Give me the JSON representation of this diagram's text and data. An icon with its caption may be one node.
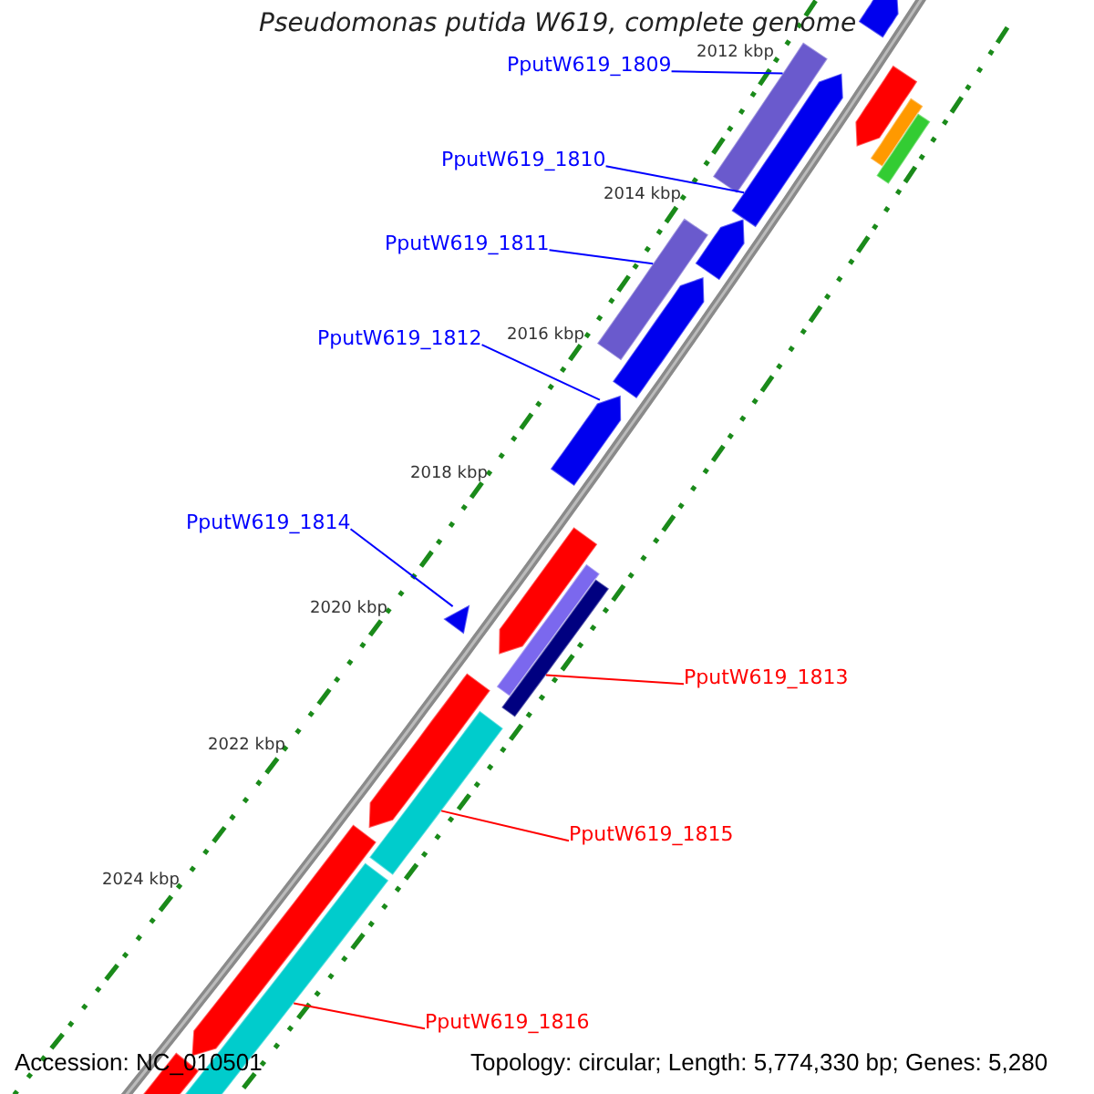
{
  "diagram": {
    "title": "Pseudomonas putida W619, complete genome",
    "nodes": [
      {
        "text": [
          "PputW619_1809"
        ]
      },
      {
        "text": [],
        "shape": "bar"
      },
      {
        "text": [
          "PputW619_1810"
        ]
      },
      {
        "text": [],
        "shape": "bar"
      },
      {
        "text": [
          "PputW619_1811"
        ]
      },
      {
        "text": [],
        "shape": "bar"
      },
      {
        "text": [
          "PputW619_1812"
        ]
      },
      {
        "text": [],
        "shape": "bar"
      },
      {
        "text": [
          "PputW619_1814"
        ]
      },
      {
        "text": [],
        "shape": "triangle"
      },
      {
        "text": [
          "PputW619_1813"
        ]
      },
      {
        "text": [],
        "shape": "bar"
      },
      {
        "text": [
          "PputW619_1815"
        ]
      },
      {
        "text": [],
        "shape": "bar"
      },
      {
        "text": [
          "PputW619_1816"
        ]
      },
      {
        "text": [],
        "shape": "bar"
      }
    ],
    "edges": [
      {
        "from": 0,
        "to": 1,
        "arrow": "none"
      },
      {
        "from": 2,
        "to": 3,
        "arrow": "none"
      },
      {
        "from": 4,
        "to": 5,
        "arrow": "none"
      },
      {
        "from": 6,
        "to": 7,
        "arrow": "none"
      },
      {
        "from": 8,
        "to": 9,
        "arrow": "none"
      },
      {
        "from": 10,
        "to": 11,
        "arrow": "none",
        "color": "#ff0000"
      },
      {
        "from": 12,
        "to": 13,
        "arrow": "none",
        "color": "#ff0000"
      },
      {
        "from": 14,
        "to": 15,
        "arrow": "none",
        "color": "#ff0000"
      }
    ],
    "labels": [
      "2012 kbp",
      "2014 kbp",
      "2016 kbp",
      "2018 kbp",
      "2020 kbp",
      "2022 kbp",
      "2024 kbp",
      "Accession: NC_010501",
      "Topology: circular; Length: 5,774,330 bp; Genes: 5,280"
    ]
  }
}
